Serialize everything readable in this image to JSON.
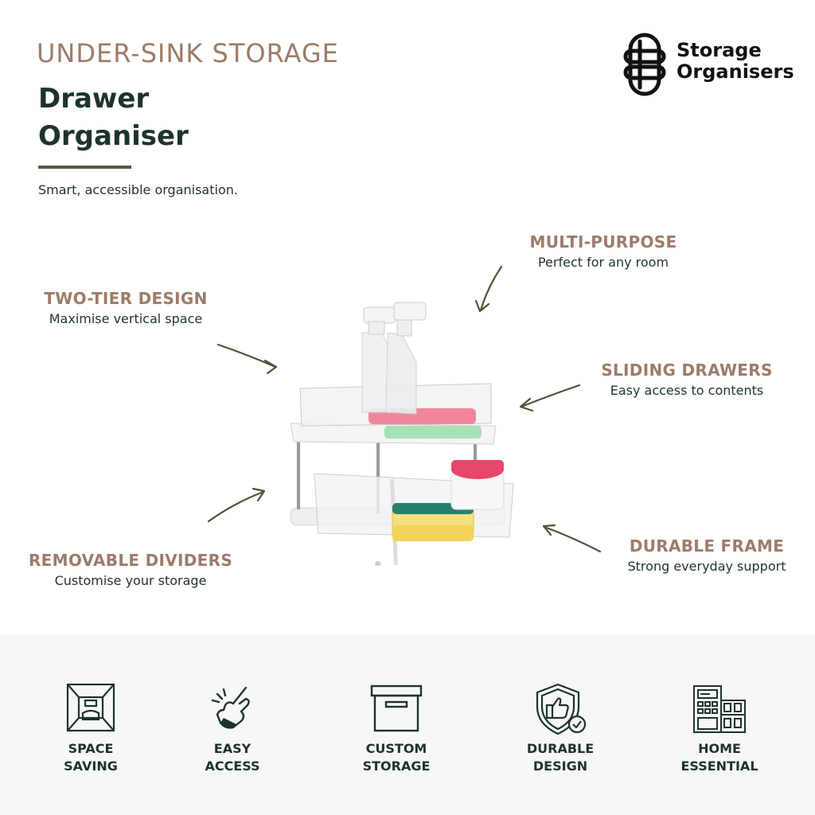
{
  "header": {
    "eyebrow": "UNDER-SINK STORAGE",
    "title_line1": "Drawer",
    "title_line2": "Organiser",
    "tagline": "Smart, accessible organisation."
  },
  "brand": {
    "line1": "Storage",
    "line2": "Organisers",
    "logo_icon": "interlinked-loop-logo"
  },
  "features": [
    {
      "heading": "MULTI-PURPOSE",
      "sub": "Perfect for any room"
    },
    {
      "heading": "TWO-TIER DESIGN",
      "sub": "Maximise vertical space"
    },
    {
      "heading": "SLIDING DRAWERS",
      "sub": "Easy access to contents"
    },
    {
      "heading": "REMOVABLE DIVIDERS",
      "sub": "Customise your storage"
    },
    {
      "heading": "DURABLE FRAME",
      "sub": "Strong everyday support"
    }
  ],
  "badges": [
    {
      "icon": "room-space-icon",
      "line1": "SPACE",
      "line2": "SAVING"
    },
    {
      "icon": "pointing-hand-icon",
      "line1": "EASY",
      "line2": "ACCESS"
    },
    {
      "icon": "storage-box-icon",
      "line1": "CUSTOM",
      "line2": "STORAGE"
    },
    {
      "icon": "shield-thumbs-up-icon",
      "line1": "DURABLE",
      "line2": "DESIGN"
    },
    {
      "icon": "home-cabinet-icon",
      "line1": "HOME",
      "line2": "ESSENTIAL"
    }
  ],
  "colors": {
    "accent": "#9c7b69",
    "heading": "#1e332b",
    "rule": "#4f5b3e",
    "band": "#f7f7f9"
  }
}
